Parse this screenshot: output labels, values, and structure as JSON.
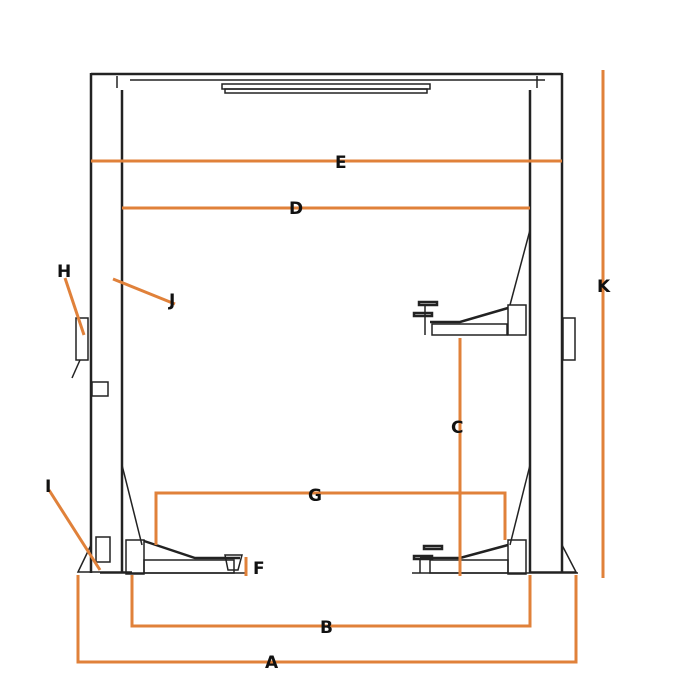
{
  "labels": {
    "A": "A",
    "B": "B",
    "C": "C",
    "D": "D",
    "E": "E",
    "F": "F",
    "G": "G",
    "H": "H",
    "I": "I",
    "J": "J",
    "K": "K"
  },
  "colors": {
    "dimension_line": "#e0813a",
    "drawing": "#222222"
  }
}
